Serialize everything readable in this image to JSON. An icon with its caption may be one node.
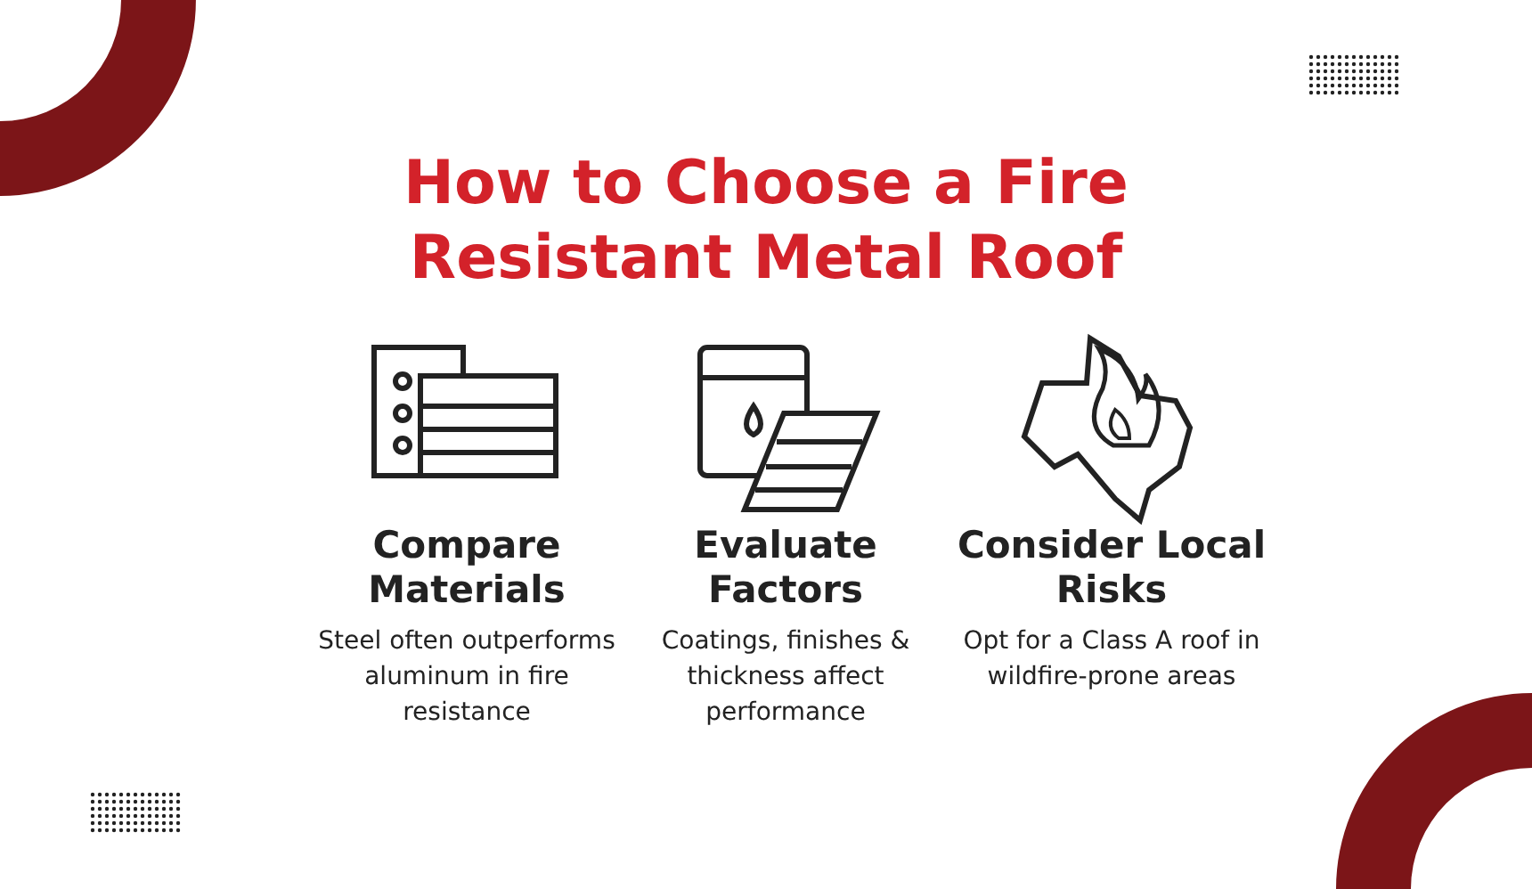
{
  "diagram": {
    "title": "How to Choose a Fire Resistant Metal Roof",
    "labels": [
      "Compare Materials",
      "Steel often outperforms aluminum in fire resistance",
      "Evaluate Factors",
      "Coatings, finishes & thickness affect performance",
      "Consider Local Risks",
      "Opt for a Class A roof in wildfire-prone areas"
    ]
  }
}
